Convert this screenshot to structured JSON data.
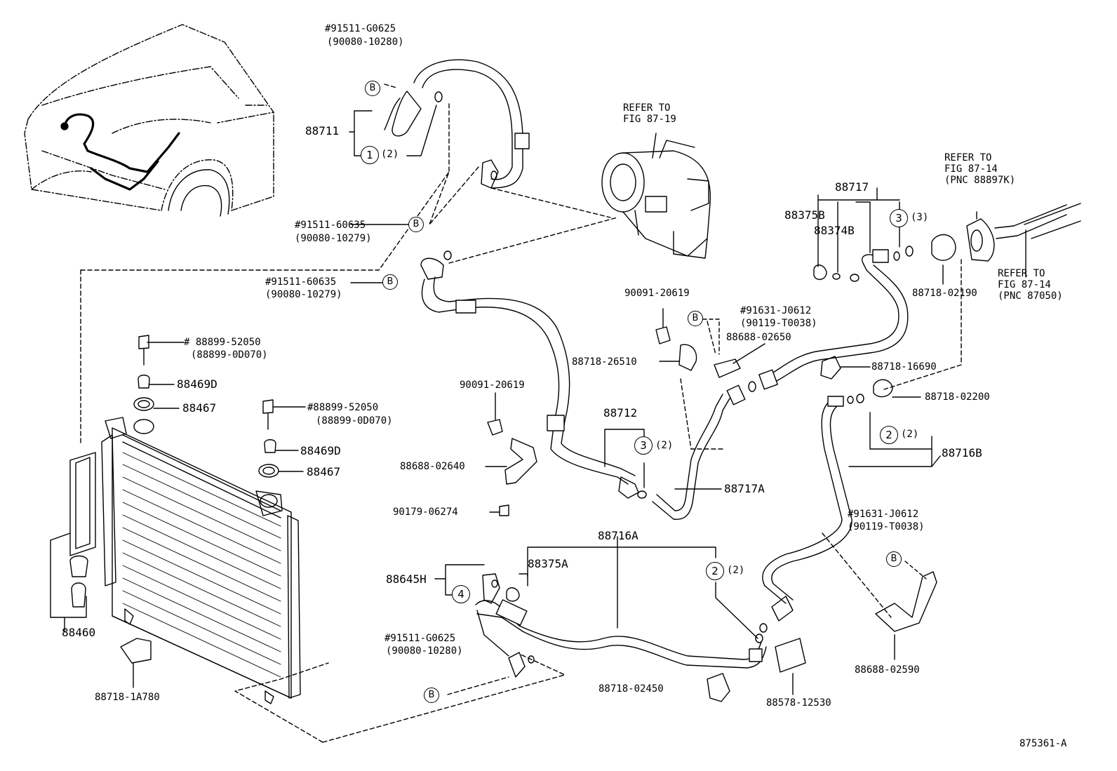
{
  "diagram": {
    "figure_id": "875361-A",
    "labels": {
      "p88711": "88711",
      "b_top_1": "#91511-G0625",
      "b_top_2": "(90080-10280)",
      "b_mid1_1": "#91511-60635",
      "b_mid1_2": "(90080-10279)",
      "b_mid2_1": "#91511-60635",
      "b_mid2_2": "(90080-10279)",
      "refer_comp_1": "REFER TO",
      "refer_comp_2": "FIG 87-19",
      "p88717": "88717",
      "p88375B": "88375B",
      "p88374B": "88374B",
      "refer_r1_1": "REFER TO",
      "refer_r1_2": "FIG 87-14",
      "refer_r1_3": "(PNC 88897K)",
      "refer_r2_1": "REFER TO",
      "refer_r2_2": "FIG 87-14",
      "refer_r2_3": "(PNC 87050)",
      "p88718_02190": "88718-02190",
      "p90091_a": "90091-20619",
      "b_91631_1": "#91631-J0612",
      "b_91631_2": "(90119-T0038)",
      "p88688_02650": "88688-02650",
      "p88718_26510": "88718-26510",
      "p88718_16690": "88718-16690",
      "p88718_02200": "88718-02200",
      "p88899_a1": "# 88899-52050",
      "p88899_a2": "(88899-0D070)",
      "p88469D_a": "88469D",
      "p88467_a": "88467",
      "p88899_b1": "#88899-52050",
      "p88899_b2": "(88899-0D070)",
      "p88469D_b": "88469D",
      "p88467_b": "88467",
      "p90091_b": "90091-20619",
      "p88688_02640": "88688-02640",
      "p90179": "90179-06274",
      "p88712": "88712",
      "p88717A": "88717A",
      "p88716B": "88716B",
      "b_91631b_1": "#91631-J0612",
      "b_91631b_2": "(90119-T0038)",
      "p88716A": "88716A",
      "p88375A": "88375A",
      "p88645H": "88645H",
      "p88460": "88460",
      "p88718_1A780": "88718-1A780",
      "b_bot_1": "#91511-G0625",
      "b_bot_2": "(90080-10280)",
      "p88718_02450": "88718-02450",
      "p88578": "88578-12530",
      "p88688_02590": "88688-02590"
    },
    "callouts": {
      "one": "1",
      "two": "2",
      "three": "3",
      "four": "4",
      "b": "B"
    },
    "quantities": {
      "q2": "(2)",
      "q3": "(3)"
    }
  }
}
